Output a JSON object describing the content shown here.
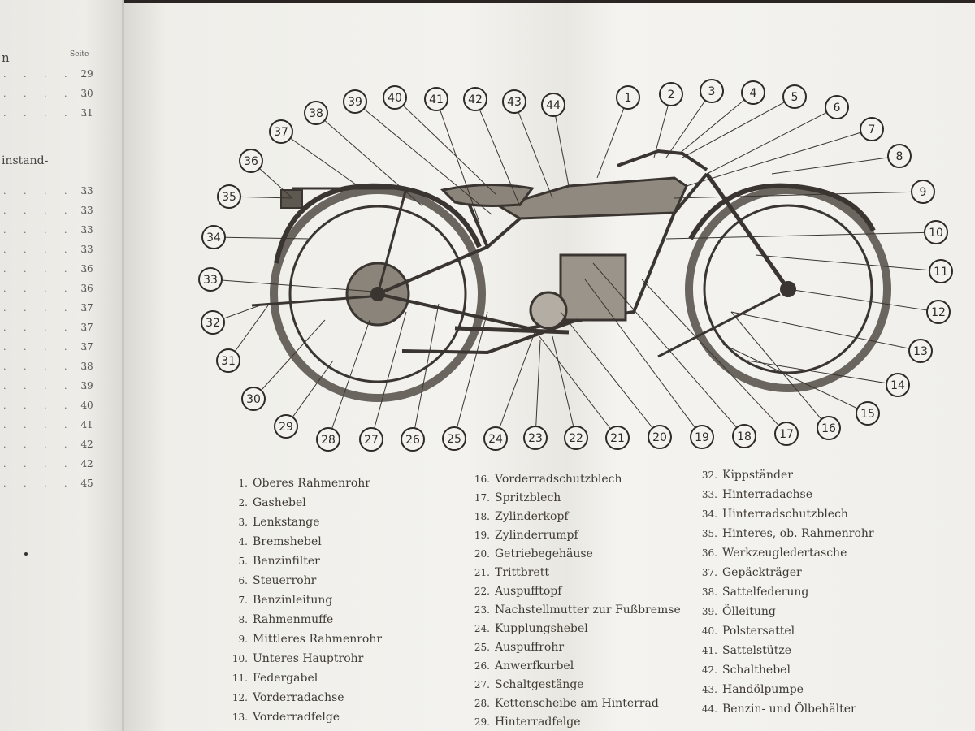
{
  "left_page": {
    "heading_fragment_1": "n",
    "seite_label": "Seite",
    "heading_fragment_2": "instand-",
    "rows_1": [
      "29",
      "30",
      "31"
    ],
    "rows_2": [
      "33",
      "33",
      "33",
      "33",
      "36",
      "36",
      "37",
      "37",
      "37",
      "38",
      "39",
      "40",
      "41",
      "42",
      "42",
      "45"
    ]
  },
  "callouts": [
    "1",
    "2",
    "3",
    "4",
    "5",
    "6",
    "7",
    "8",
    "9",
    "10",
    "11",
    "12",
    "13",
    "14",
    "15",
    "16",
    "17",
    "18",
    "19",
    "20",
    "21",
    "22",
    "23",
    "24",
    "25",
    "26",
    "27",
    "28",
    "29",
    "30",
    "31",
    "32",
    "33",
    "34",
    "35",
    "36",
    "37",
    "38",
    "39",
    "40",
    "41",
    "42",
    "43",
    "44"
  ],
  "legend": {
    "col1": [
      {
        "n": "1.",
        "label": "Oberes Rahmenrohr"
      },
      {
        "n": "2.",
        "label": "Gashebel"
      },
      {
        "n": "3.",
        "label": "Lenkstange"
      },
      {
        "n": "4.",
        "label": "Bremshebel"
      },
      {
        "n": "5.",
        "label": "Benzinfilter"
      },
      {
        "n": "6.",
        "label": "Steuerrohr"
      },
      {
        "n": "7.",
        "label": "Benzinleitung"
      },
      {
        "n": "8.",
        "label": "Rahmenmuffe"
      },
      {
        "n": "9.",
        "label": "Mittleres Rahmenrohr"
      },
      {
        "n": "10.",
        "label": "Unteres Hauptrohr"
      },
      {
        "n": "11.",
        "label": "Federgabel"
      },
      {
        "n": "12.",
        "label": "Vorderradachse"
      },
      {
        "n": "13.",
        "label": "Vorderradfelge"
      }
    ],
    "col2": [
      {
        "n": "16.",
        "label": "Vorderradschutzblech"
      },
      {
        "n": "17.",
        "label": "Spritzblech"
      },
      {
        "n": "18.",
        "label": "Zylinderkopf"
      },
      {
        "n": "19.",
        "label": "Zylinderrumpf"
      },
      {
        "n": "20.",
        "label": "Getriebegehäuse"
      },
      {
        "n": "21.",
        "label": "Trittbrett"
      },
      {
        "n": "22.",
        "label": "Auspufftopf"
      },
      {
        "n": "23.",
        "label": "Nachstellmutter zur Fußbremse"
      },
      {
        "n": "24.",
        "label": "Kupplungshebel"
      },
      {
        "n": "25.",
        "label": "Auspuffrohr"
      },
      {
        "n": "26.",
        "label": "Anwerfkurbel"
      },
      {
        "n": "27.",
        "label": "Schaltgestänge"
      },
      {
        "n": "28.",
        "label": "Kettenscheibe am Hinterrad"
      },
      {
        "n": "29.",
        "label": "Hinterradfelge"
      }
    ],
    "col3": [
      {
        "n": "32.",
        "label": "Kippständer"
      },
      {
        "n": "33.",
        "label": "Hinterradachse"
      },
      {
        "n": "34.",
        "label": "Hinterradschutzblech"
      },
      {
        "n": "35.",
        "label": "Hinteres, ob. Rahmenrohr"
      },
      {
        "n": "36.",
        "label": "Werkzeugledertasche"
      },
      {
        "n": "37.",
        "label": "Gepäckträger"
      },
      {
        "n": "38.",
        "label": "Sattelfederung"
      },
      {
        "n": "39.",
        "label": "Ölleitung"
      },
      {
        "n": "40.",
        "label": "Polstersattel"
      },
      {
        "n": "41.",
        "label": "Sattelstütze"
      },
      {
        "n": "42.",
        "label": "Schalthebel"
      },
      {
        "n": "43.",
        "label": "Handölpumpe"
      },
      {
        "n": "44.",
        "label": "Benzin- und Ölbehälter"
      }
    ]
  }
}
